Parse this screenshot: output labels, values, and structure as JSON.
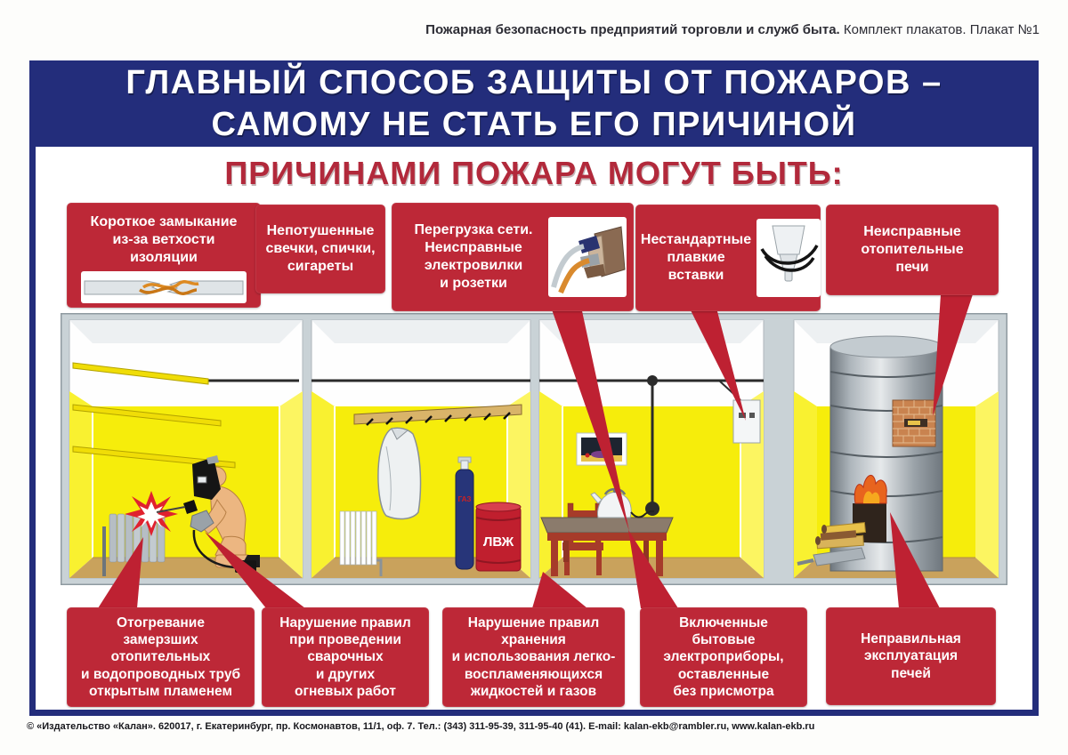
{
  "header": {
    "series_bold": "Пожарная безопасность предприятий торговли и служб быта.",
    "series_regular": " Комплект плакатов. Плакат №1"
  },
  "banner": {
    "title": "ГЛАВНЫЙ СПОСОБ ЗАЩИТЫ ОТ ПОЖАРОВ –\nСАМОМУ НЕ СТАТЬ ЕГО ПРИЧИНОЙ"
  },
  "heading": "ПРИЧИНАМИ ПОЖАРА МОГУТ БЫТЬ:",
  "causes_top": [
    {
      "label": "Короткое замыкание\nиз-за ветхости\nизоляции"
    },
    {
      "label": "Непотушенные\nсвечки, спички,\nсигареты"
    },
    {
      "label": "Перегрузка сети.\nНеисправные\nэлектровилки\nи розетки"
    },
    {
      "label": "Нестандартные\nплавкие\nвставки"
    },
    {
      "label": "Неисправные\nотопительные\nпечи"
    }
  ],
  "causes_bottom": [
    {
      "label": "Отогревание\nзамерзших\nотопительных\nи водопроводных труб\nоткрытым пламенем"
    },
    {
      "label": "Нарушение правил\nпри проведении\nсварочных\nи других\nогневых работ"
    },
    {
      "label": "Нарушение правил\nхранения\nи использования легко-\nвоспламеняющихся\nжидкостей и газов"
    },
    {
      "label": "Включенные\nбытовые\nэлектроприборы,\nоставленные\nбез присмотра"
    },
    {
      "label": "Неправильная\nэксплуатация\nпечей"
    }
  ],
  "scene": {
    "gas_cylinder_label": "ГАЗ",
    "flammable_barrel_label": "ЛВЖ"
  },
  "footer": {
    "imprint": "© «Издательство «Калан». 620017, г. Екатеринбург, пр. Космонавтов, 11/1, оф. 7. Тел.: (343) 311-95-39, 311-95-40 (41). E-mail: kalan-ekb@rambler.ru, www.kalan-ekb.ru"
  },
  "colors": {
    "banner_navy": "#232d7b",
    "box_red": "#bd2837",
    "heading_red": "#b2293b",
    "wall_yellow": "#f6ed0b",
    "floor_tan": "#c9a25c",
    "frame_gray": "#c9d2d6"
  }
}
